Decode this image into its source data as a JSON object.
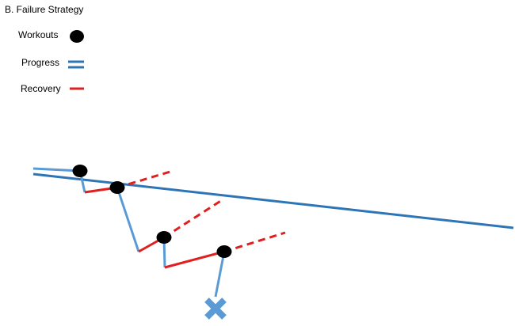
{
  "title": "B.   Failure Strategy",
  "legend": {
    "workouts": "Workouts",
    "progress": "Progress",
    "recovery": "Recovery"
  },
  "colors": {
    "progress": "#2e75b6",
    "workout_path": "#5b9bd5",
    "recovery": "#e02020",
    "workout": "#000000",
    "failure": "#5b9bd5"
  }
}
